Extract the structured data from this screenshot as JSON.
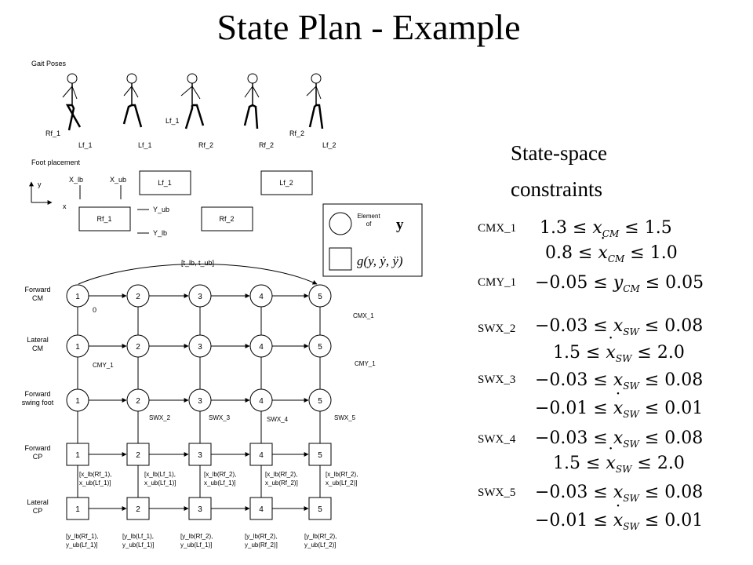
{
  "title": "State Plan - Example",
  "gait": {
    "heading": "Gait Poses",
    "poses": [
      {
        "label_left": "Rf_1",
        "label_right": "Lf_1"
      },
      {
        "label_left": "",
        "label_right": "Lf_1"
      },
      {
        "label_left": "Lf_1",
        "label_right": "Rf_2"
      },
      {
        "label_left": "",
        "label_right": "Rf_2"
      },
      {
        "label_left": "Rf_2",
        "label_right": "Lf_2"
      }
    ]
  },
  "foot": {
    "heading": "Foot placement",
    "axis_y": "y",
    "axis_x": "x",
    "x_lb": "X_lb",
    "x_ub": "X_ub",
    "y_ub": "Y_ub",
    "y_lb": "Y_lb",
    "boxes": [
      "Lf_1",
      "Lf_2",
      "Rf_1",
      "Rf_2"
    ]
  },
  "legend": {
    "element_line1": "Element",
    "element_line2": "of",
    "y_symbol": "y",
    "g_symbol": "g(y, ẏ, ÿ)"
  },
  "diagram": {
    "bracket_label": "[t_lb, t_ub]",
    "zero_label": "0",
    "rows": [
      {
        "line1": "Forward",
        "line2": "CM",
        "shape": "circle"
      },
      {
        "line1": "Lateral",
        "line2": "CM",
        "shape": "circle"
      },
      {
        "line1": "Forward",
        "line2": "swing foot",
        "shape": "circle"
      },
      {
        "line1": "Forward",
        "line2": "CP",
        "shape": "square"
      },
      {
        "line1": "Lateral",
        "line2": "CP",
        "shape": "square"
      }
    ],
    "node_numbers": [
      "1",
      "2",
      "3",
      "4",
      "5"
    ],
    "annotations": {
      "cmx1": "CMX_1",
      "cmy1_left": "CMY_1",
      "cmy1_right": "CMY_1",
      "swx2": "SWX_2",
      "swx3": "SWX_3",
      "swx4": "SWX_4",
      "swx5": "SWX_5"
    },
    "forward_cp_bounds": [
      [
        "[x_lb(Rf_1),",
        "x_ub(Lf_1)]"
      ],
      [
        "[x_lb(Lf_1),",
        "x_ub(Lf_1)]"
      ],
      [
        "[x_lb(Rf_2),",
        "x_ub(Lf_1)]"
      ],
      [
        "[x_lb(Rf_2),",
        "x_ub(Rf_2)]"
      ],
      [
        "[x_lb(Rf_2),",
        "x_ub(Lf_2)]"
      ]
    ],
    "lateral_cp_bounds": [
      [
        "[y_lb(Rf_1),",
        "y_ub(Lf_1)]"
      ],
      [
        "[y_lb(Lf_1),",
        "y_ub(Lf_1)]"
      ],
      [
        "[y_lb(Rf_2),",
        "y_ub(Lf_1)]"
      ],
      [
        "[y_lb(Rf_2),",
        "y_ub(Rf_2)]"
      ],
      [
        "[y_lb(Rf_2),",
        "y_ub(Lf_2)]"
      ]
    ]
  },
  "constraints": {
    "heading_line1": "State-space",
    "heading_line2": "constraints",
    "items": [
      {
        "label": "CMX_1",
        "lines": [
          {
            "low": "1.3",
            "var": "x",
            "dot": false,
            "sub": "CM",
            "high": "1.5"
          },
          {
            "low": "0.8",
            "var": "x",
            "dot": true,
            "sub": "CM",
            "high": "1.0"
          }
        ]
      },
      {
        "label": "CMY_1",
        "lines": [
          {
            "low": "−0.05",
            "var": "y",
            "dot": false,
            "sub": "CM",
            "high": "0.05"
          }
        ]
      },
      {
        "label": "SWX_2",
        "lines": [
          {
            "low": "−0.03",
            "var": "x",
            "dot": false,
            "sub": "SW",
            "high": "0.08"
          },
          {
            "low": "1.5",
            "var": "x",
            "dot": true,
            "sub": "SW",
            "high": "2.0"
          }
        ]
      },
      {
        "label": "SWX_3",
        "lines": [
          {
            "low": "−0.03",
            "var": "x",
            "dot": false,
            "sub": "SW",
            "high": "0.08"
          },
          {
            "low": "−0.01",
            "var": "x",
            "dot": true,
            "sub": "SW",
            "high": "0.01"
          }
        ]
      },
      {
        "label": "SWX_4",
        "lines": [
          {
            "low": "−0.03",
            "var": "x",
            "dot": false,
            "sub": "SW",
            "high": "0.08"
          },
          {
            "low": "1.5",
            "var": "x",
            "dot": true,
            "sub": "SW",
            "high": "2.0"
          }
        ]
      },
      {
        "label": "SWX_5",
        "lines": [
          {
            "low": "−0.03",
            "var": "x",
            "dot": false,
            "sub": "SW",
            "high": "0.08"
          },
          {
            "low": "−0.01",
            "var": "x",
            "dot": true,
            "sub": "SW",
            "high": "0.01"
          }
        ]
      }
    ]
  }
}
